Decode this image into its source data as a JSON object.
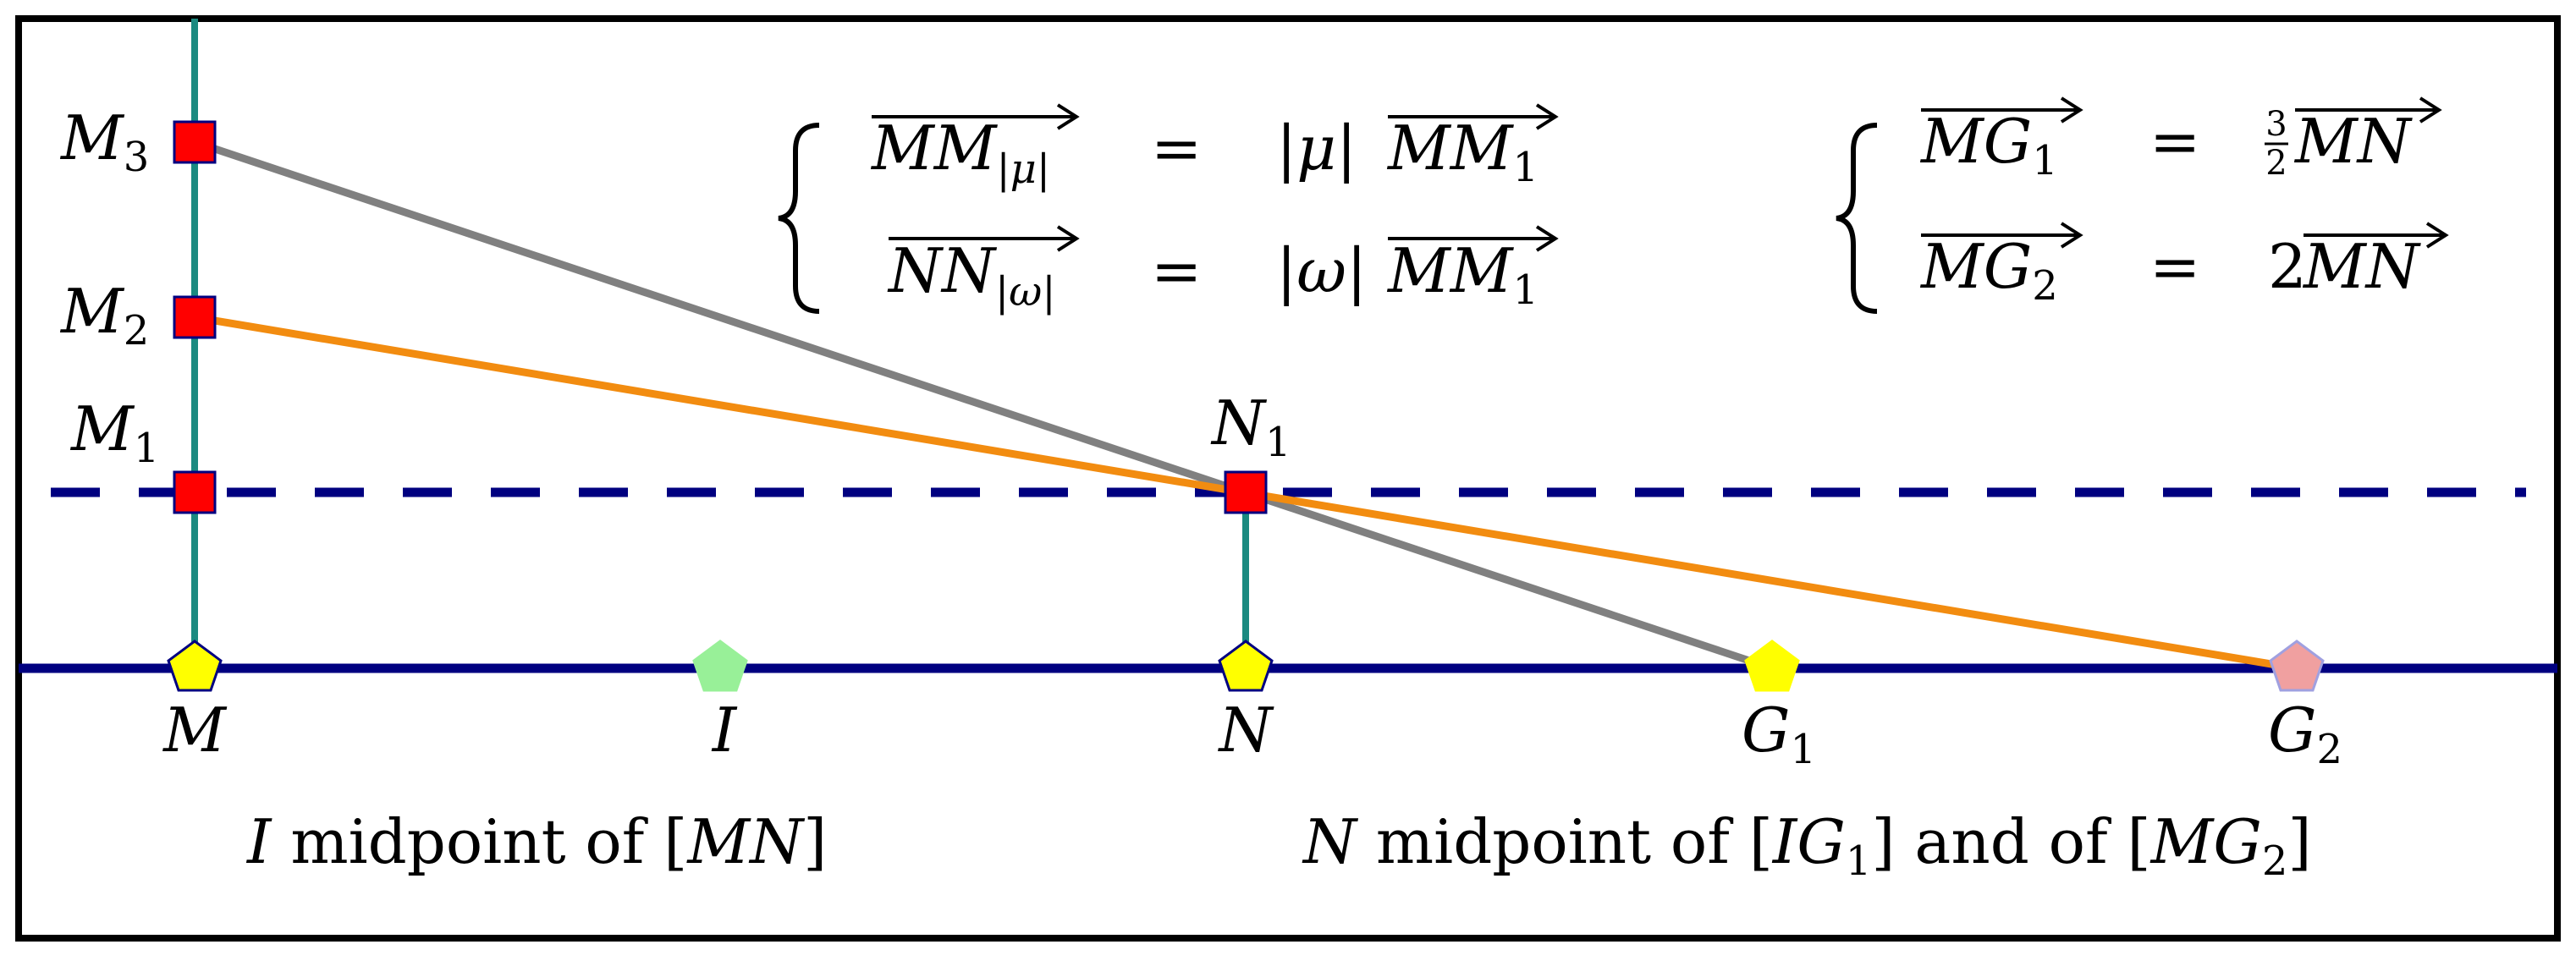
{
  "colors": {
    "frame": "#000000",
    "axis": "#000080",
    "dashed_line": "#000080",
    "vertical_lines": "#1b8a80",
    "line_M3_G1": "#808080",
    "line_M2_G2": "#f28c10",
    "square_marker": "#ff0000",
    "square_border": "#000080",
    "pentagon_yellow": "#ffff00",
    "pentagon_green": "#98f098",
    "pentagon_pink": "#f0a0a0"
  },
  "points": {
    "M": {
      "label": "M",
      "sub": ""
    },
    "I": {
      "label": "I",
      "sub": ""
    },
    "N": {
      "label": "N",
      "sub": ""
    },
    "G1": {
      "label": "G",
      "sub": "1"
    },
    "G2": {
      "label": "G",
      "sub": "2"
    },
    "M1": {
      "label": "M",
      "sub": "1"
    },
    "M2": {
      "label": "M",
      "sub": "2"
    },
    "M3": {
      "label": "M",
      "sub": "3"
    },
    "N1": {
      "label": "N",
      "sub": "1"
    }
  },
  "equations_left": {
    "row1": {
      "lhs": "MM",
      "lhs_sub": "|μ|",
      "eq": "=",
      "coef": "|μ|",
      "rhs": "MM",
      "rhs_sub": "1"
    },
    "row2": {
      "lhs": "NN",
      "lhs_sub": "|ω|",
      "eq": "=",
      "coef": "|ω|",
      "rhs": "MM",
      "rhs_sub": "1"
    }
  },
  "equations_right": {
    "row1": {
      "lhs": "MG",
      "lhs_sub": "1",
      "eq": "=",
      "frac_num": "3",
      "frac_den": "2",
      "rhs": "MN"
    },
    "row2": {
      "lhs": "MG",
      "lhs_sub": "2",
      "eq": "=",
      "coef": "2",
      "rhs": "MN"
    }
  },
  "captions": {
    "left": {
      "var": "I",
      "text": " midpoint of [",
      "seg": "MN",
      "close": "]"
    },
    "right": {
      "var": "N",
      "text1": " midpoint of [",
      "seg1": "IG",
      "seg1_sub": "1",
      "text2": "] and of [",
      "seg2": "MG",
      "seg2_sub": "2",
      "close": "]"
    }
  }
}
